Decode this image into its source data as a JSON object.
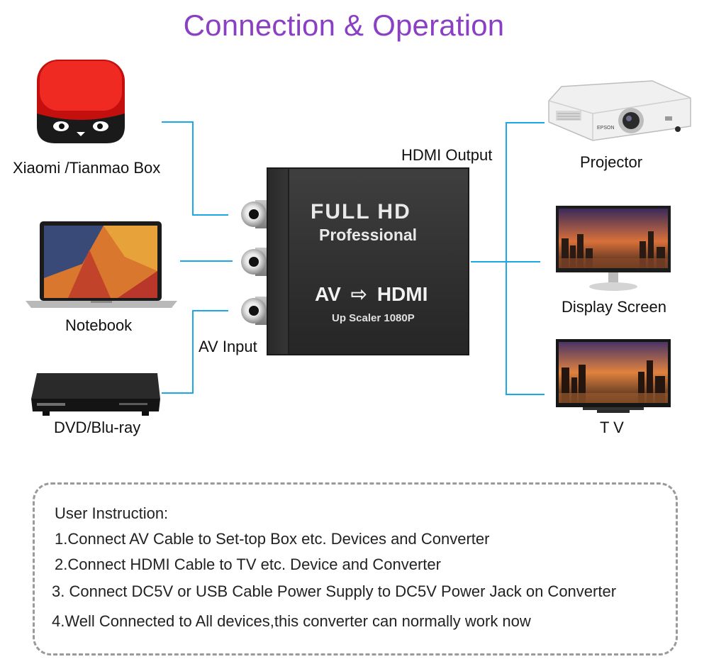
{
  "title": "Connection & Operation",
  "colors": {
    "title": "#8a3fc4",
    "wire": "#1aa8e6",
    "converter": "#333333"
  },
  "inputs": [
    {
      "label": "Xiaomi /Tianmao Box",
      "icon": "tv-box-icon"
    },
    {
      "label": "Notebook",
      "icon": "laptop-icon"
    },
    {
      "label": "DVD/Blu-ray",
      "icon": "dvd-player-icon"
    }
  ],
  "outputs": [
    {
      "label": "Projector",
      "icon": "projector-icon"
    },
    {
      "label": "Display Screen",
      "icon": "monitor-icon"
    },
    {
      "label": "T V",
      "icon": "tv-icon"
    }
  ],
  "ports": {
    "hdmi_output": "HDMI Output",
    "av_input": "AV Input"
  },
  "converter": {
    "line1": "FULL HD",
    "line2": "Professional",
    "line3": "AV ⇨ HDMI",
    "line4": "Up Scaler 1080P"
  },
  "projector_brand": "EPSON",
  "instructions": {
    "heading": "User Instruction:",
    "steps": [
      "1.Connect  AV Cable to Set-top Box etc. Devices  and Converter",
      "2.Connect HDMI Cable to TV etc. Device and Converter",
      "3. Connect DC5V or USB Cable Power Supply to DC5V Power Jack on Converter",
      "4.Well Connected to All devices,this converter can normally work now"
    ]
  }
}
